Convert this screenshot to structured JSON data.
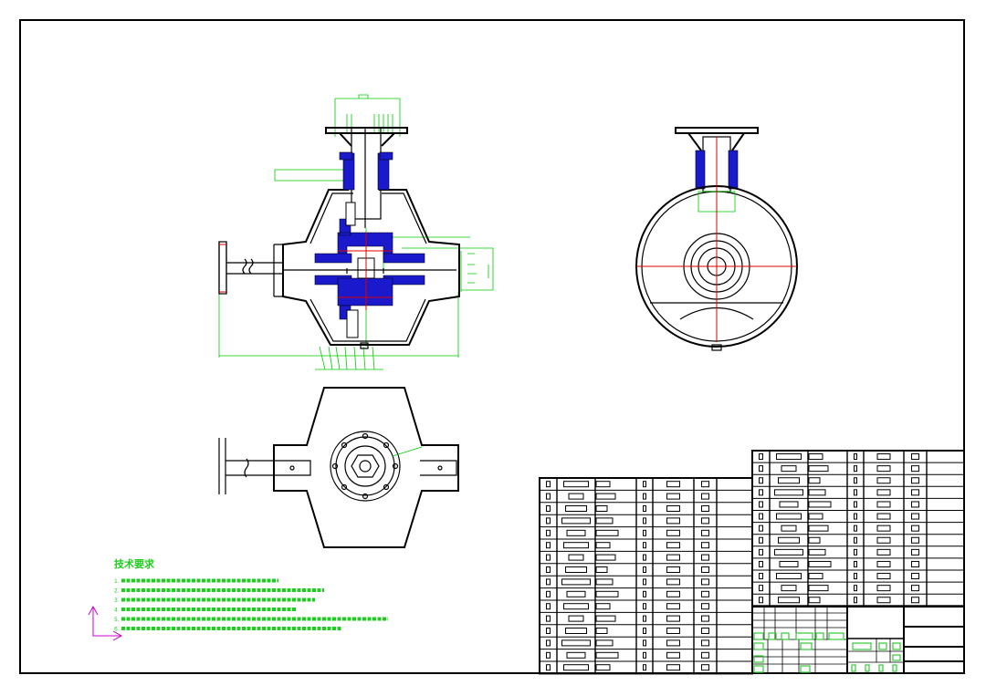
{
  "drawing": {
    "tech_requirements": {
      "heading": "技术要求",
      "items": [
        "1.",
        "2.",
        "3.",
        "4.",
        "5.",
        "6."
      ]
    },
    "parts_list_left": {
      "rows": 16,
      "columns": 7
    },
    "parts_list_right": {
      "rows": 13,
      "columns": 7
    },
    "colors": {
      "outline": "#000000",
      "dimension": "#00cc00",
      "section_fill": "#1a1acc",
      "centerline": "#dd0000",
      "axis": "#cc00cc"
    }
  }
}
